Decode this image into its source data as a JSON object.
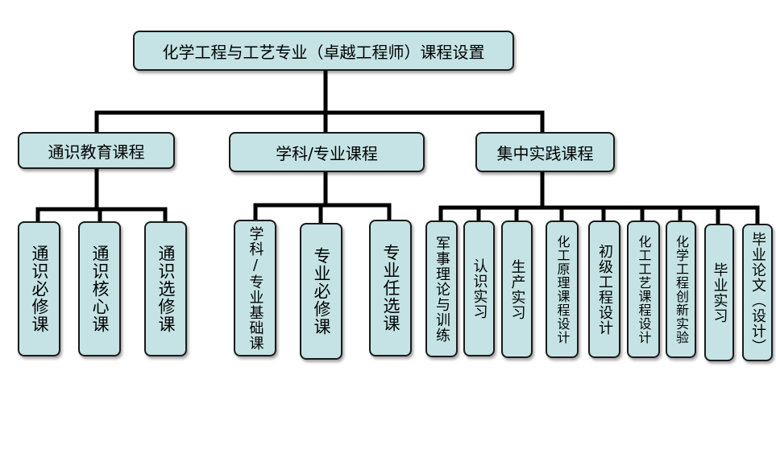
{
  "root": {
    "label": "化学工程与工艺专业（卓越工程师）课程设置"
  },
  "categories": [
    {
      "label": "通识教育课程",
      "children": [
        "通识必修课",
        "通识核心课",
        "通识选修课"
      ]
    },
    {
      "label": "学科/专业课程",
      "children": [
        "学科/专业基础课",
        "专业必修课",
        "专业任选课"
      ]
    },
    {
      "label": "集中实践课程",
      "children": [
        "军事理论与训练",
        "认识实习",
        "生产实习",
        "化工原理课程设计",
        "初级工程设计",
        "化工工艺课程设计",
        "化学工程创新实验",
        "毕业实习",
        "毕业论文（设计）"
      ]
    }
  ],
  "colors": {
    "box_fill": "#c5e3e4",
    "border": "#1a1a1a",
    "connector": "#000000"
  }
}
